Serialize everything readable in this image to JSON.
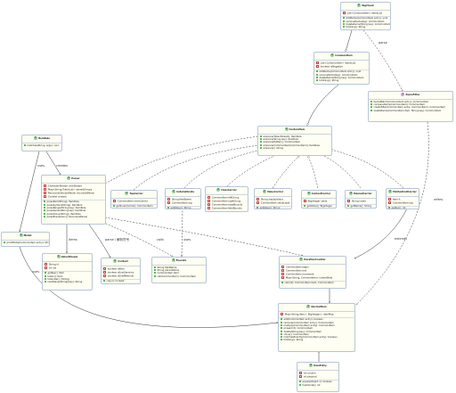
{
  "classes": [
    {
      "id": "TagCheck",
      "name": "TagCheck",
      "kind": "class",
      "fields": [
        "List<CommonItem> itemsList"
      ],
      "methods": [
        "addItems(CommonItem entry): void",
        "removeItems(key): CommonItem",
        "deleteItems(String key): CommonItem",
        "toString(): String"
      ]
    },
    {
      "id": "CommonItem",
      "name": "CommonItem",
      "kind": "class",
      "fields": [
        "List<CommonItem> itemsList",
        "boolean isNegative"
      ],
      "methods": [
        "addItems(CommonItem entry): void",
        "removeItems(key): CommonItem",
        "deleteItems(String key): CommonItem",
        "toString(): String"
      ]
    },
    {
      "id": "ItemsFilter",
      "name": "ItemsFilter",
      "kind": "interface",
      "fields": [],
      "methods": [
        "itemsMatch(CommonItem entry): CommonItem",
        "compareItems(CommonItem): CommonItem",
        "createFilter(CommonItem entry, CommonItem): CommonItem",
        "deleteItems(CommonItem item, String key): CommonItem"
      ]
    },
    {
      "id": "ItemRule",
      "name": "ItemRule",
      "kind": "class",
      "fields": [],
      "methods": [
        "matches(String, args): void"
      ]
    },
    {
      "id": "Parser",
      "name": "Parser",
      "kind": "class",
      "fields": [
        "CharacterStream charStream",
        "Map<String,TokenList> namedGroups",
        "RecursiveDescentParser recursiveParser",
        "Context context"
      ],
      "methods": [
        "parseItem(String): ItemRule",
        "parseSymbol(String): ItemRule",
        "parseRange(String key): ItemRule",
        "parseSeries(String key): ItemRule",
        "parseGroup(String): ItemRule",
        "parseExpression(): RecursiveParser"
      ]
    },
    {
      "id": "CustomItem",
      "name": "CustomItem",
      "kind": "class",
      "fields": [],
      "methods": [
        "advance(TokenStream): ItemRule",
        "advance(String key): ItemRule",
        "advance(Pattern): CommonItem",
        "advance(CommonItem(CommonItem)): ItemRule",
        "advance(): String"
      ]
    },
    {
      "id": "TopCarrier",
      "name": "TopCarrier",
      "kind": "class",
      "fields": [
        "CommonItem innerCarrier"
      ],
      "methods": [
        "getInner(Carrier): CommonItem"
      ]
    },
    {
      "id": "AutoCalibrate",
      "name": "AutoCalibrate",
      "kind": "class",
      "fields": [
        "String fieldName",
        "CommonItem arg"
      ],
      "methods": [
        "getValue(): String"
      ]
    },
    {
      "id": "ClassCarrier",
      "name": "ClassCarrier",
      "kind": "class",
      "fields": [
        "CommonItem leftGroup",
        "CommonItem rightGroup",
        "CommonItem baseBounds",
        "CommonItem fieldBounds"
      ],
      "methods": []
    },
    {
      "id": "ValueCarrier",
      "name": "ValueCarrier",
      "kind": "class",
      "fields": [
        "String displayValue",
        "CommonItem valueLayer"
      ],
      "methods": [
        "getValue(): String"
      ]
    },
    {
      "id": "ContextCarrier",
      "name": "ContextCarrier",
      "kind": "class",
      "fields": [
        "BigInteger value"
      ],
      "methods": [
        "getValue(): BigInteger"
      ]
    },
    {
      "id": "NamedCarrier",
      "name": "NamedCarrier",
      "kind": "class",
      "fields": [
        "String name"
      ],
      "methods": [
        "getName(): String"
      ]
    },
    {
      "id": "MethodCallCarrier",
      "name": "MethodCallCarrier",
      "kind": "class",
      "fields": [
        "Item it",
        "CommonItem arg"
      ],
      "methods": [
        "getArg(): Int"
      ]
    },
    {
      "id": "Model",
      "name": "Model",
      "kind": "class",
      "fields": [],
      "methods": [
        "printModel(CommonItem entry): String"
      ]
    },
    {
      "id": "ValueStream",
      "name": "ValueStream",
      "kind": "class",
      "fields": [
        "String id",
        "int idx"
      ],
      "methods": [
        "getKey(): Item",
        "token(): Item",
        "tokenize(): (String)",
        "readValue(String)(key): String"
      ]
    },
    {
      "id": "Context",
      "name": "Context",
      "kind": "class",
      "fields": [
        "boolean isBool",
        "boolean allowGenerics",
        "boolean allowMethods"
      ],
      "methods": [
        "copy(): Context"
      ]
    },
    {
      "id": "Execute",
      "name": "Execute",
      "kind": "class",
      "fields": [],
      "methods": [
        "String fieldName",
        "String paramName",
        "CommonItem item",
        "call(CommonItem): CommonItem"
      ]
    },
    {
      "id": "IterationCounter",
      "name": "IterationCounter",
      "kind": "class",
      "fields": [
        "CommonItem begin",
        "CommonItem end",
        "CommonItem increment",
        "Map<String, CommonItem> namedSets"
      ],
      "methods": [
        "call(int): CommonItem item: CommonItem"
      ]
    },
    {
      "id": "NormalItem",
      "name": "NormalItem",
      "kind": "class",
      "fields": [
        "Map<String,Item>, BigInteger>: itemMap"
      ],
      "methods": [
        "add(CommonItem entry): boolean",
        "remove(CommonItem entry): CommonItem",
        "multiply(CommonItem entry): CommonItem",
        "power(int): CommonItem",
        "delete(String key): CommonItem",
        "clone(): CommonItem",
        "matchesExactly(CommonItem entry): boolean",
        "toString(): String"
      ]
    },
    {
      "id": "ItemEntry",
      "name": "ItemEntry",
      "kind": "class",
      "fields": [
        "int column",
        "int physical"
      ],
      "methods": [
        "equals(Object o): boolean",
        "hashCode(): int"
      ]
    }
  ],
  "edge_labels": {
    "parse": "parse",
    "creates": "creates",
    "uses": "uses",
    "items": "items",
    "calls": "calls",
    "parses_from": "parse / 解析符号",
    "uses2": "uses",
    "extends": "extends",
    "refers": "refers"
  },
  "colors": {
    "box_fill": "#fefef2",
    "box_border": "#b7c6d8",
    "edge": "#333333",
    "class_circle": "#9acd9a",
    "interface_circle": "#c8a2e6",
    "method_marker": "#2aa02a",
    "field_marker": "#c04040"
  }
}
